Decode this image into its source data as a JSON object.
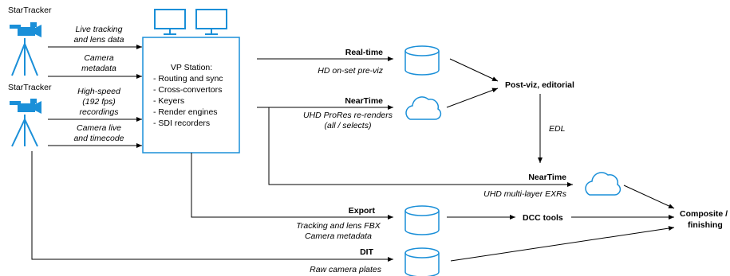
{
  "cameras": [
    {
      "label": "StarTracker"
    },
    {
      "label": "StarTracker"
    }
  ],
  "inputs": [
    {
      "line1": "Live tracking",
      "line2": "and lens data"
    },
    {
      "line1": "Camera",
      "line2": "metadata"
    },
    {
      "line1": "High-speed",
      "line2": "(192 fps)",
      "line3": "recordings"
    },
    {
      "line1": "Camera live",
      "line2": "and timecode"
    }
  ],
  "station": {
    "title": "VP Station:",
    "items": [
      "- Routing and sync",
      "- Cross-convertors",
      "- Keyers",
      "- Render engines",
      "- SDI recorders"
    ]
  },
  "outputs": {
    "realtime": {
      "name": "Real-time",
      "desc": "HD on-set pre-viz"
    },
    "neartime1": {
      "name": "NearTime",
      "desc1": "UHD ProRes re-renders",
      "desc2": "(all / selects)"
    },
    "neartime2": {
      "name": "NearTime",
      "desc": "UHD multi-layer EXRs"
    },
    "export": {
      "name": "Export",
      "desc1": "Tracking and lens FBX",
      "desc2": "Camera metadata"
    },
    "dit": {
      "name": "DIT",
      "desc": "Raw camera plates"
    }
  },
  "nodes": {
    "postviz": "Post-viz, editorial",
    "edl": "EDL",
    "dcc": "DCC tools",
    "composite1": "Composite /",
    "composite2": "finishing"
  },
  "colors": {
    "accent": "#1a8fd8",
    "line": "#000000"
  },
  "icons": [
    "camera-icon",
    "tripod-icon",
    "monitor-icon",
    "database-icon",
    "cloud-icon"
  ]
}
